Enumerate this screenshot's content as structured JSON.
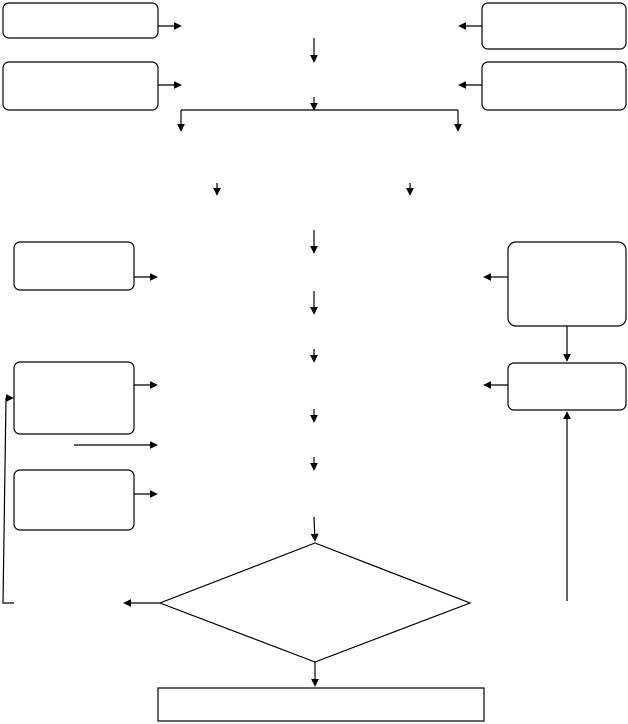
{
  "diagram": {
    "kind": "flowchart",
    "background": "#ffffff",
    "stroke_color": "#000000",
    "node_text": "none visible",
    "nodes": [
      {
        "id": "box-top-left-1",
        "shape": "rounded-rect",
        "label": ""
      },
      {
        "id": "box-top-left-2",
        "shape": "rounded-rect",
        "label": ""
      },
      {
        "id": "box-top-right-1",
        "shape": "rounded-rect",
        "label": ""
      },
      {
        "id": "box-top-right-2",
        "shape": "rounded-rect",
        "label": ""
      },
      {
        "id": "box-mid-left-1",
        "shape": "rounded-rect",
        "label": ""
      },
      {
        "id": "box-mid-left-2",
        "shape": "rounded-rect",
        "label": ""
      },
      {
        "id": "box-mid-left-3",
        "shape": "rounded-rect",
        "label": ""
      },
      {
        "id": "box-mid-right-1",
        "shape": "rounded-rect",
        "label": ""
      },
      {
        "id": "box-mid-right-2",
        "shape": "rounded-rect",
        "label": ""
      },
      {
        "id": "decision",
        "shape": "diamond",
        "label": ""
      },
      {
        "id": "final-box",
        "shape": "rect",
        "label": ""
      }
    ]
  }
}
